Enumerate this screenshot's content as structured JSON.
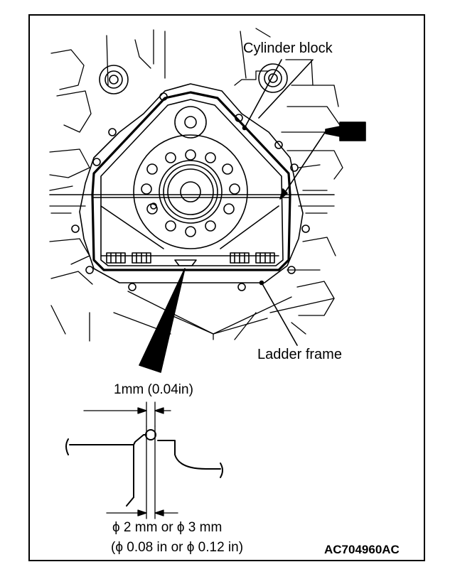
{
  "labels": {
    "cylinder_block": "Cylinder block",
    "ladder_frame": "Ladder frame",
    "bead_offset": "1mm (0.04in)",
    "bead_diameter_mm": "ϕ 2 mm or ϕ 3 mm",
    "bead_diameter_in": "(ϕ 0.08 in or ϕ 0.12 in)",
    "figure_code": "AC704960AC"
  },
  "colors": {
    "ink": "#000000",
    "paper": "#ffffff"
  }
}
